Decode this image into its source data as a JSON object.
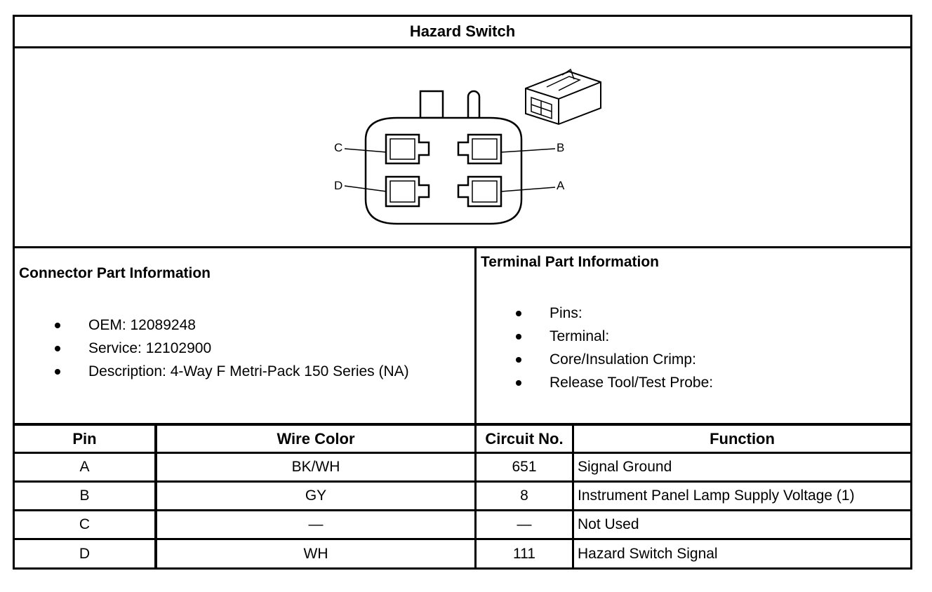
{
  "title": "Hazard Switch",
  "diagram": {
    "pin_labels": [
      "C",
      "B",
      "D",
      "A"
    ]
  },
  "connector_info": {
    "heading": "Connector Part Information",
    "items": [
      "OEM: 12089248",
      "Service: 12102900",
      "Description: 4-Way F Metri-Pack 150 Series (NA)"
    ]
  },
  "terminal_info": {
    "heading": "Terminal Part Information",
    "items": [
      "Pins:",
      "Terminal:",
      "Core/Insulation Crimp:",
      "Release Tool/Test Probe:"
    ]
  },
  "table": {
    "headers": [
      "Pin",
      "Wire Color",
      "Circuit No.",
      "Function"
    ],
    "rows": [
      [
        "A",
        "BK/WH",
        "651",
        "Signal Ground"
      ],
      [
        "B",
        "GY",
        "8",
        "Instrument Panel Lamp Supply Voltage (1)"
      ],
      [
        "C",
        "—",
        "—",
        "Not Used"
      ],
      [
        "D",
        "WH",
        "111",
        "Hazard Switch Signal"
      ]
    ]
  }
}
